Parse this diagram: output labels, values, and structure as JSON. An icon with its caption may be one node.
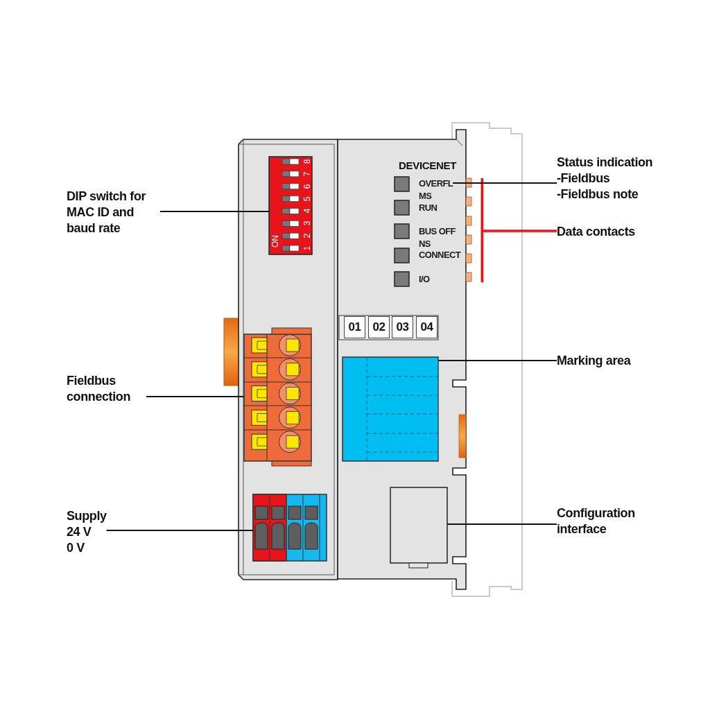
{
  "diagram": {
    "nodes": [
      {
        "text": [
          "DIP switch for MAC ID and baud rate"
        ]
      },
      {
        "text": [],
        "shape": "box"
      },
      {
        "text": [
          "Fieldbus connection"
        ]
      },
      {
        "text": [],
        "shape": "box"
      },
      {
        "text": [
          "Supply",
          "24 V",
          "0 V"
        ]
      },
      {
        "text": [],
        "shape": "box"
      },
      {
        "text": [
          "OVERFL"
        ]
      },
      {
        "text": [],
        "shape": "bar"
      },
      {
        "text": [],
        "shape": "box"
      },
      {
        "text": [],
        "shape": "box"
      },
      {
        "text": [
          "Status indication",
          "-Fieldbus",
          "-Fieldbus note"
        ]
      },
      {
        "text": [
          "Data contacts"
        ]
      },
      {
        "text": [
          "Marking area"
        ]
      },
      {
        "text": [
          "Configuration interface"
        ]
      }
    ],
    "edges": [
      {
        "from": 0,
        "to": 1,
        "arrow": "none"
      },
      {
        "from": 2,
        "to": 3,
        "arrow": "none"
      },
      {
        "from": 4,
        "to": 5,
        "arrow": "none"
      },
      {
        "from": 10,
        "to": 6,
        "arrow": "none"
      },
      {
        "from": 11,
        "to": 7,
        "arrow": "none",
        "style": "thick",
        "color": "#e8141c"
      },
      {
        "from": 12,
        "to": 8,
        "arrow": "none"
      },
      {
        "from": 13,
        "to": 9,
        "arrow": "none"
      }
    ],
    "labels": [
      "ON",
      "1",
      "2",
      "3",
      "4",
      "5",
      "6",
      "7",
      "8",
      "DEVICENET",
      "MS",
      "RUN",
      "BUS OFF",
      "NS",
      "CONNECT",
      "I/O",
      "01",
      "02",
      "03",
      "04"
    ]
  }
}
